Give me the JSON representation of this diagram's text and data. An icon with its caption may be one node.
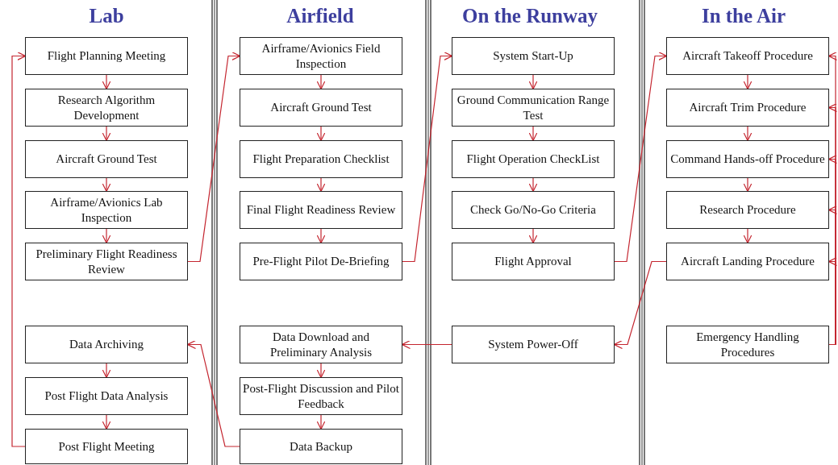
{
  "diagram": {
    "nodes": [
      {
        "text": [
          "Flight Planning Meeting"
        ]
      },
      {
        "text": [
          "Research Algorithm Development"
        ]
      },
      {
        "text": [
          "Aircraft Ground Test"
        ]
      },
      {
        "text": [
          "Airframe/Avionics Lab Inspection"
        ]
      },
      {
        "text": [
          "Preliminary Flight Readiness Review"
        ]
      },
      {
        "text": [
          "Data Archiving"
        ]
      },
      {
        "text": [
          "Post Flight Data Analysis"
        ]
      },
      {
        "text": [
          "Post Flight Meeting"
        ]
      },
      {
        "text": [
          "Airframe/Avionics Field Inspection"
        ]
      },
      {
        "text": [
          "Aircraft Ground Test"
        ]
      },
      {
        "text": [
          "Flight Preparation Checklist"
        ]
      },
      {
        "text": [
          "Final Flight Readiness Review"
        ]
      },
      {
        "text": [
          "Pre-Flight Pilot De-Briefing"
        ]
      },
      {
        "text": [
          "Data Download and Preliminary Analysis"
        ]
      },
      {
        "text": [
          "Post-Flight Discussion and Pilot Feedback"
        ]
      },
      {
        "text": [
          "Data Backup"
        ]
      },
      {
        "text": [
          "System Start-Up"
        ]
      },
      {
        "text": [
          "Ground Communication Range Test"
        ]
      },
      {
        "text": [
          "Flight Operation CheckList"
        ]
      },
      {
        "text": [
          "Check Go/No-Go Criteria"
        ]
      },
      {
        "text": [
          "Flight Approval"
        ]
      },
      {
        "text": [
          "System Power-Off"
        ]
      },
      {
        "text": [
          "Aircraft Takeoff Procedure"
        ]
      },
      {
        "text": [
          "Aircraft Trim Procedure"
        ]
      },
      {
        "text": [
          "Command Hands-off Procedure"
        ]
      },
      {
        "text": [
          "Research Procedure"
        ]
      },
      {
        "text": [
          "Aircraft Landing Procedure"
        ]
      },
      {
        "text": [
          "Emergency Handling Procedures"
        ]
      }
    ],
    "edges": [
      {
        "from": 0,
        "to": 1,
        "arrow": "to"
      },
      {
        "from": 1,
        "to": 2,
        "arrow": "to"
      },
      {
        "from": 2,
        "to": 3,
        "arrow": "to"
      },
      {
        "from": 3,
        "to": 4,
        "arrow": "to"
      },
      {
        "from": 4,
        "to": 8,
        "arrow": "to"
      },
      {
        "from": 8,
        "to": 9,
        "arrow": "to"
      },
      {
        "from": 9,
        "to": 10,
        "arrow": "to"
      },
      {
        "from": 10,
        "to": 11,
        "arrow": "to"
      },
      {
        "from": 11,
        "to": 12,
        "arrow": "to"
      },
      {
        "from": 12,
        "to": 16,
        "arrow": "to"
      },
      {
        "from": 16,
        "to": 17,
        "arrow": "to"
      },
      {
        "from": 17,
        "to": 18,
        "arrow": "to"
      },
      {
        "from": 18,
        "to": 19,
        "arrow": "to"
      },
      {
        "from": 19,
        "to": 20,
        "arrow": "to"
      },
      {
        "from": 20,
        "to": 22,
        "arrow": "to"
      },
      {
        "from": 22,
        "to": 23,
        "arrow": "to"
      },
      {
        "from": 23,
        "to": 24,
        "arrow": "to"
      },
      {
        "from": 24,
        "to": 25,
        "arrow": "to"
      },
      {
        "from": 25,
        "to": 26,
        "arrow": "to"
      },
      {
        "from": 26,
        "to": 21,
        "arrow": "to"
      },
      {
        "from": 21,
        "to": 13,
        "arrow": "to"
      },
      {
        "from": 13,
        "to": 14,
        "arrow": "to"
      },
      {
        "from": 14,
        "to": 15,
        "arrow": "to"
      },
      {
        "from": 15,
        "to": 5,
        "arrow": "to"
      },
      {
        "from": 5,
        "to": 6,
        "arrow": "to"
      },
      {
        "from": 6,
        "to": 7,
        "arrow": "to"
      },
      {
        "from": 7,
        "to": 0,
        "arrow": "to"
      },
      {
        "from": 27,
        "to": 22,
        "arrow": "to"
      },
      {
        "from": 27,
        "to": 23,
        "arrow": "to"
      },
      {
        "from": 27,
        "to": 24,
        "arrow": "to"
      },
      {
        "from": 27,
        "to": 25,
        "arrow": "to"
      },
      {
        "from": 27,
        "to": 26,
        "arrow": "to"
      }
    ],
    "labels": [
      "Lab",
      "Airfield",
      "On the Runway",
      "In the Air"
    ]
  }
}
